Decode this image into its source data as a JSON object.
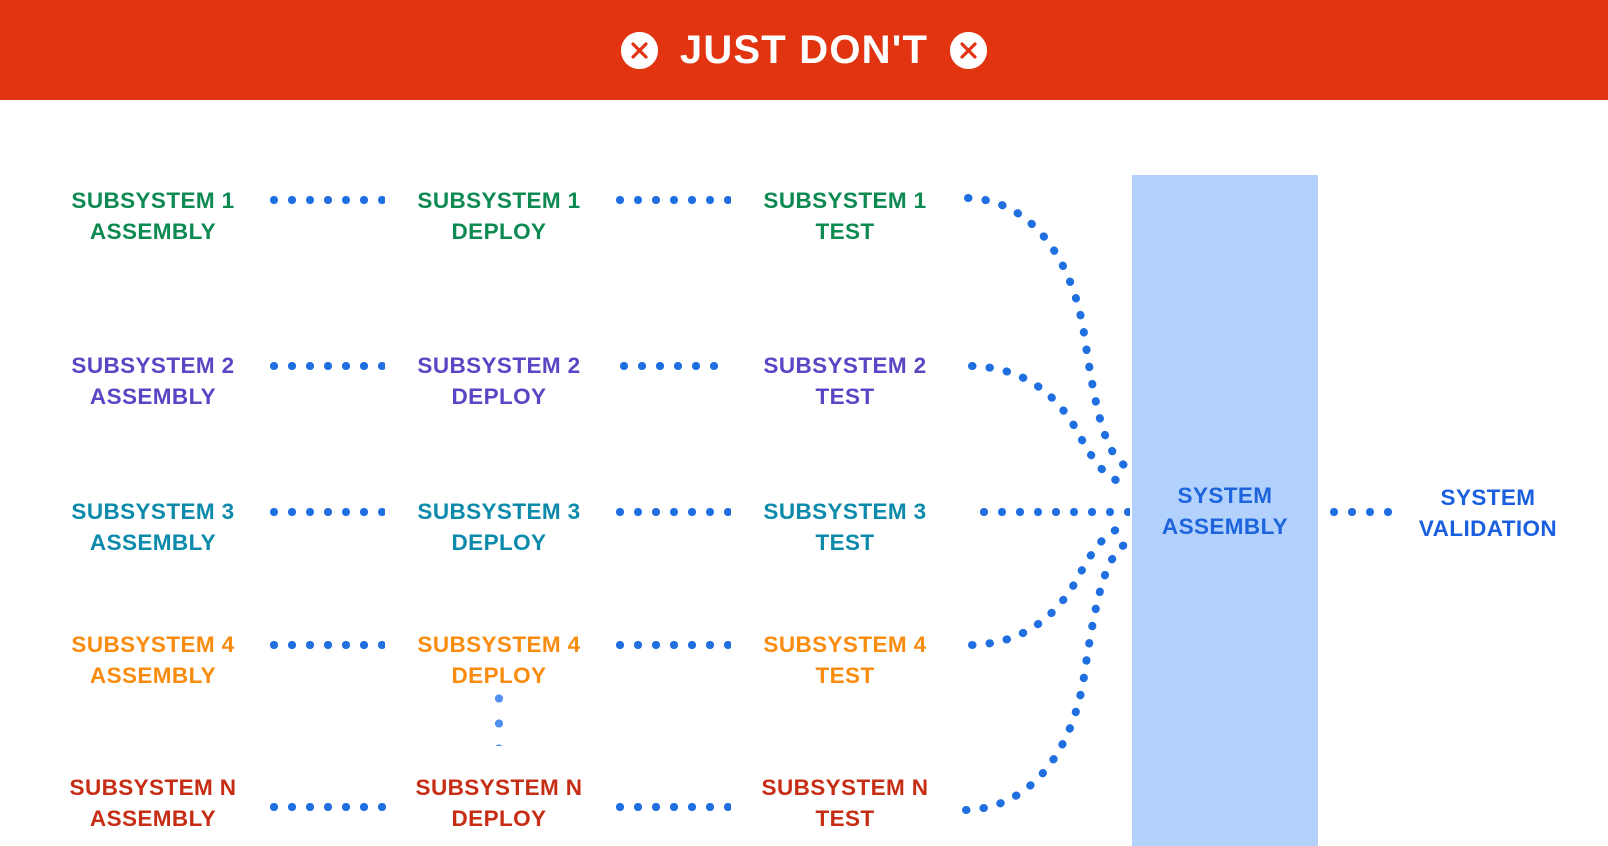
{
  "banner": {
    "title": "JUST DON'T",
    "background_color": "#e23411",
    "text_color": "#ffffff",
    "left_icon": "x-circle-icon",
    "right_icon": "x-circle-icon"
  },
  "diagram": {
    "type": "pipeline-fan-in",
    "connector_color": "#1f6fe0",
    "ellipsis_color": "#4f8ff0",
    "columns": [
      "ASSEMBLY",
      "DEPLOY",
      "TEST"
    ],
    "rows": [
      {
        "id": "subsystem-1",
        "color": "#0c8a52",
        "assembly": "SUBSYSTEM 1\nASSEMBLY",
        "deploy": "SUBSYSTEM 1\nDEPLOY",
        "test": "SUBSYSTEM 1\nTEST"
      },
      {
        "id": "subsystem-2",
        "color": "#5b45c4",
        "assembly": "SUBSYSTEM 2\nASSEMBLY",
        "deploy": "SUBSYSTEM 2\nDEPLOY",
        "test": "SUBSYSTEM 2\nTEST"
      },
      {
        "id": "subsystem-3",
        "color": "#0c8aab",
        "assembly": "SUBSYSTEM 3\nASSEMBLY",
        "deploy": "SUBSYSTEM 3\nDEPLOY",
        "test": "SUBSYSTEM 3\nTEST"
      },
      {
        "id": "subsystem-4",
        "color": "#f98c0e",
        "assembly": "SUBSYSTEM 4\nASSEMBLY",
        "deploy": "SUBSYSTEM 4\nDEPLOY",
        "test": "SUBSYSTEM 4\nTEST"
      },
      {
        "id": "subsystem-n",
        "color": "#c62d14",
        "assembly": "SUBSYSTEM N\nASSEMBLY",
        "deploy": "SUBSYSTEM N\nDEPLOY",
        "test": "SUBSYSTEM N\nTEST"
      }
    ],
    "ellipsis": {
      "dots": 3,
      "label": "vertical-ellipsis"
    },
    "system_assembly": {
      "label": "SYSTEM\nASSEMBLY",
      "block_color": "#b3d1fd",
      "text_color": "#1d64dd"
    },
    "system_validation": {
      "label": "SYSTEM\nVALIDATION",
      "text_color": "#1a5fe0"
    }
  }
}
